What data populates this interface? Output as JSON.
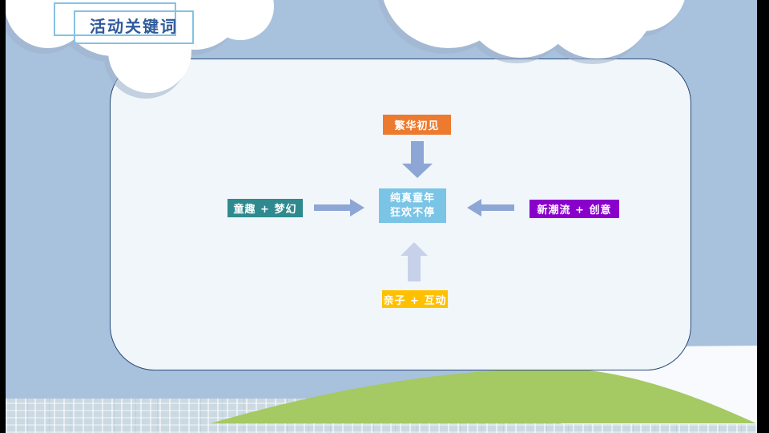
{
  "slide": {
    "title": "活动关键词",
    "keywords": {
      "top": "繁华初见",
      "left": "童趣 + 梦幻",
      "right": "新潮流 + 创意",
      "bottom": "亲子 + 互动",
      "center_line1": "纯真童年",
      "center_line2": "狂欢不停"
    },
    "colors": {
      "top_box": "#EC7A2F",
      "left_box": "#2E8A8E",
      "right_box": "#8A00CB",
      "bottom_box": "#FFC000",
      "center_box": "#7AC4E6",
      "arrow": "#8EA6D6",
      "arrow_light": "#C7D1E9",
      "title_text": "#2F5A9A",
      "title_border": "#85C2E4",
      "sky": "#A8C1DD",
      "hill_green": "#A5C963",
      "panel_fill": "#F1F6FA",
      "panel_border": "#2A4A7A"
    }
  }
}
